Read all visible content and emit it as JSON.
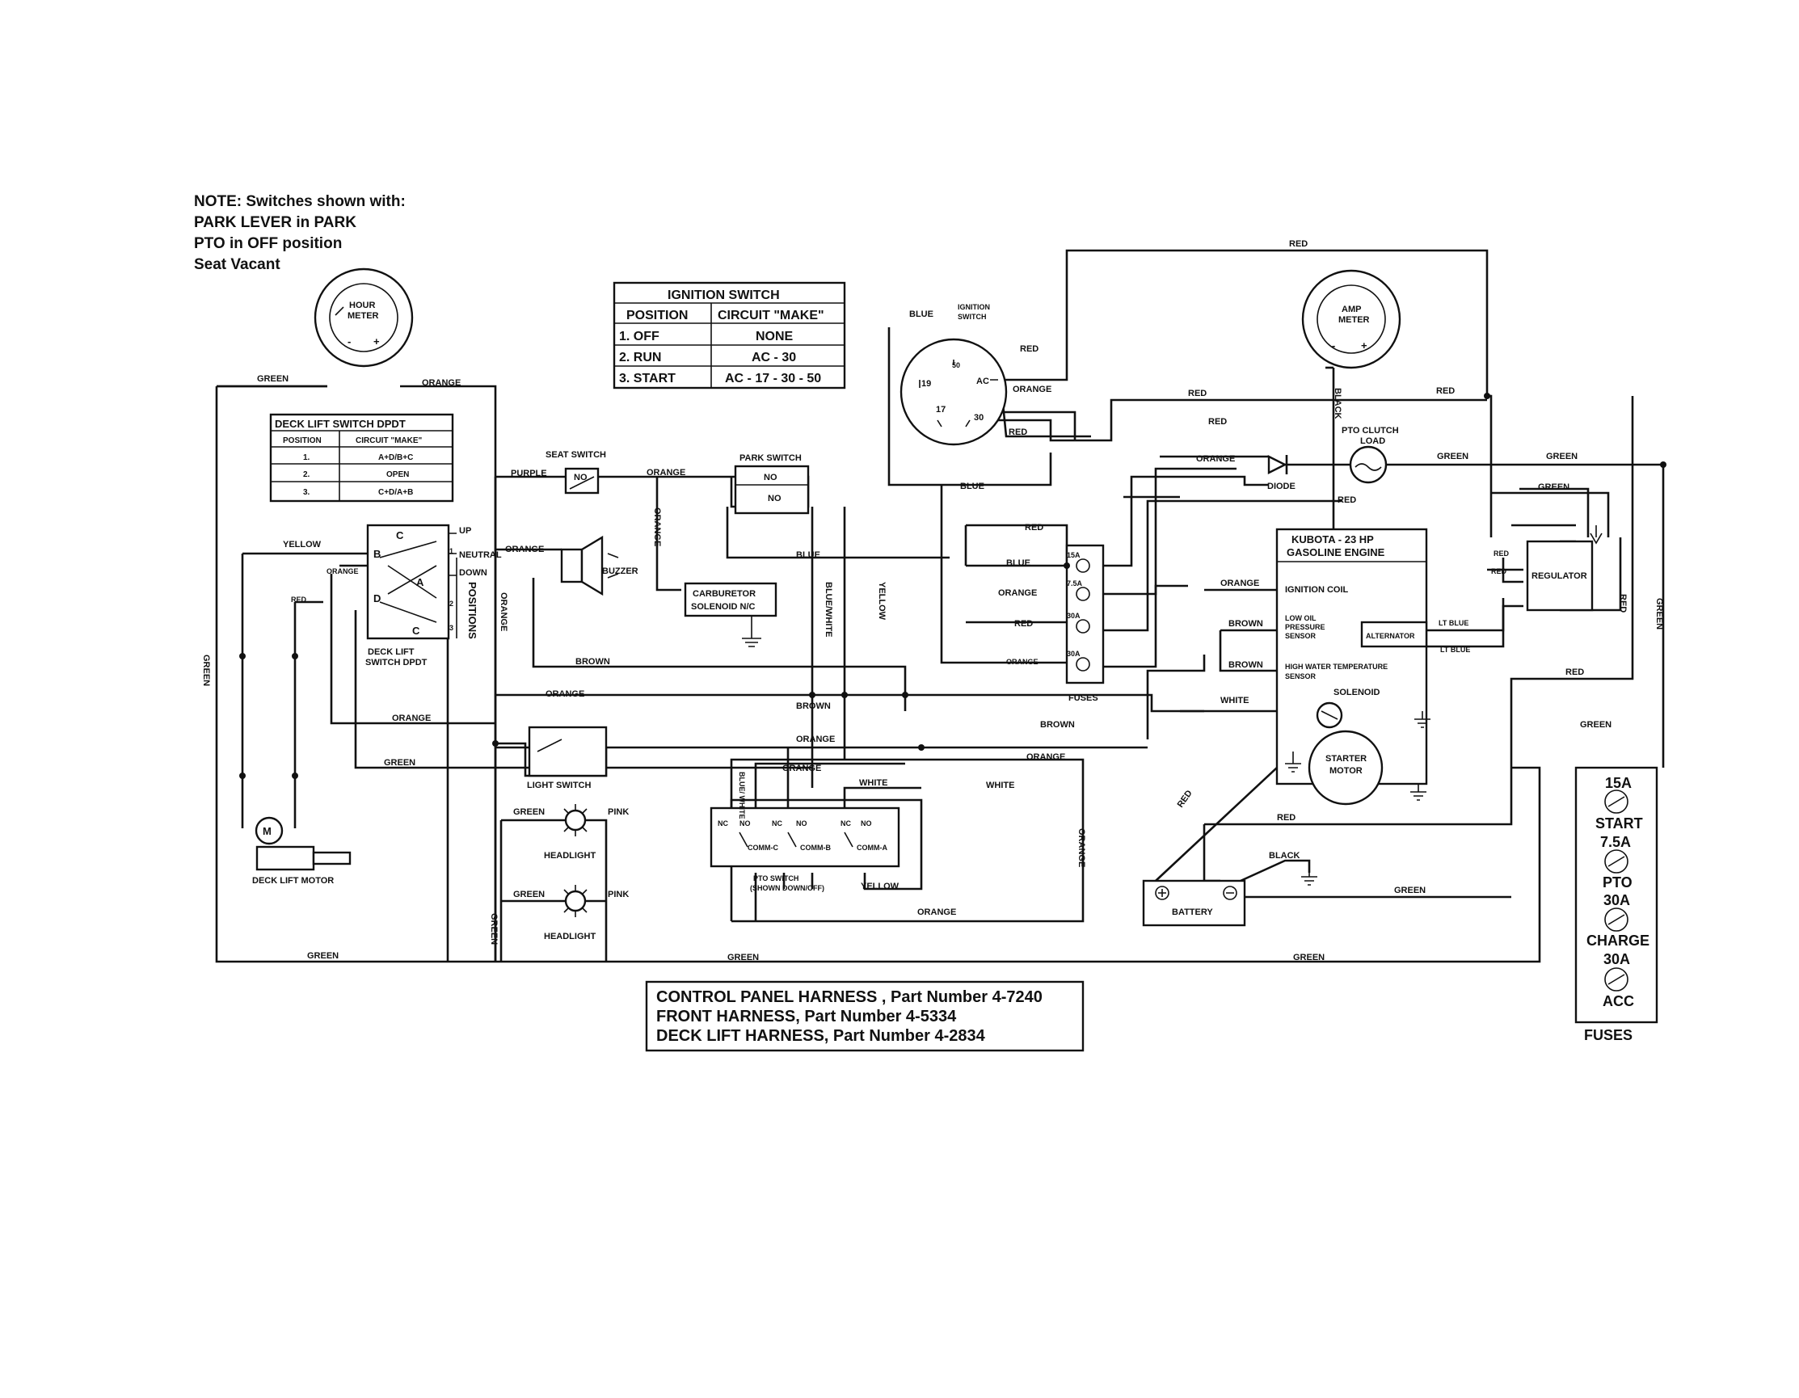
{
  "note": {
    "lines": [
      "NOTE: Switches shown with:",
      "PARK LEVER in PARK",
      "PTO in OFF position",
      "Seat Vacant"
    ]
  },
  "ignition_table": {
    "title": "IGNITION SWITCH",
    "headers": [
      "POSITION",
      "CIRCUIT \"MAKE\""
    ],
    "rows": [
      {
        "position": "1.  OFF",
        "make": "NONE"
      },
      {
        "position": "2.  RUN",
        "make": "AC - 30"
      },
      {
        "position": "3.  START",
        "make": "AC - 17 - 30 - 50"
      }
    ]
  },
  "deck_table": {
    "title": "DECK LIFT SWITCH DPDT",
    "headers": [
      "POSITION",
      "CIRCUIT \"MAKE\""
    ],
    "rows": [
      {
        "position": "1.",
        "make": "A+D/B+C"
      },
      {
        "position": "2.",
        "make": "OPEN"
      },
      {
        "position": "3.",
        "make": "C+D/A+B"
      }
    ]
  },
  "components": {
    "hour_meter": [
      "HOUR",
      "METER"
    ],
    "amp_meter": [
      "AMP",
      "METER"
    ],
    "ignition_switch": [
      "IGNITION",
      "SWITCH"
    ],
    "ign_terminals": [
      "50",
      "AC",
      "19",
      "17",
      "30"
    ],
    "seat_switch": "SEAT SWITCH",
    "park_switch": "PARK SWITCH",
    "no": "NO",
    "buzzer": "BUZZER",
    "carb_solenoid": [
      "CARBURETOR",
      "SOLENOID N/C"
    ],
    "deck_switch": [
      "DECK LIFT",
      "SWITCH DPDT"
    ],
    "deck_positions": "POSITIONS",
    "deck_letters": [
      "B",
      "C",
      "A",
      "D",
      "C"
    ],
    "deck_words": [
      "UP",
      "NEUTRAL",
      "DOWN"
    ],
    "deck_nums": [
      "1",
      "2",
      "3"
    ],
    "deck_motor": "DECK LIFT MOTOR",
    "motor_symbol": "M",
    "light_switch": "LIGHT SWITCH",
    "headlight": "HEADLIGHT",
    "pto_switch": [
      "PTO SWITCH",
      "(SHOWN DOWN/OFF)"
    ],
    "pto_contacts": [
      "NC",
      "NO",
      "NC",
      "NO",
      "NC",
      "NO"
    ],
    "pto_comms": [
      "COMM-C",
      "COMM-B",
      "COMM-A"
    ],
    "fuses_label": "FUSES",
    "fuse_codes": [
      "15A",
      "7.5A",
      "30A",
      "30A"
    ],
    "diode": "DIODE",
    "pto_clutch": [
      "PTO CLUTCH",
      "LOAD"
    ],
    "regulator": "REGULATOR",
    "engine_title": [
      "KUBOTA - 23 HP",
      "GASOLINE ENGINE"
    ],
    "ignition_coil": "IGNITION COIL",
    "low_oil": [
      "LOW OIL",
      "PRESSURE",
      "SENSOR"
    ],
    "high_water": [
      "HIGH WATER TEMPERATURE",
      "SENSOR"
    ],
    "alternator": "ALTERNATOR",
    "solenoid": "SOLENOID",
    "starter_motor": [
      "STARTER",
      "MOTOR"
    ],
    "battery": "BATTERY"
  },
  "fuse_panel": {
    "fuses": [
      {
        "rating": "15A",
        "name": "START"
      },
      {
        "rating": "7.5A",
        "name": "PTO"
      },
      {
        "rating": "30A",
        "name": "CHARGE"
      },
      {
        "rating": "30A",
        "name": "ACC"
      }
    ],
    "label": "FUSES"
  },
  "harness_box": {
    "lines": [
      "CONTROL PANEL HARNESS , Part Number  4-7240",
      "FRONT HARNESS, Part Number 4-5334",
      "DECK LIFT HARNESS, Part Number 4-2834"
    ]
  },
  "wires": {
    "green": "GREEN",
    "orange": "ORANGE",
    "red": "RED",
    "blue": "BLUE",
    "black": "BLACK",
    "yellow": "YELLOW",
    "purple": "PURPLE",
    "brown": "BROWN",
    "white": "WHITE",
    "pink": "PINK",
    "blue_white": "BLUE/WHITE",
    "blue_slash_white": "BLUE/ WHITE",
    "lt_blue": "LT BLUE"
  }
}
